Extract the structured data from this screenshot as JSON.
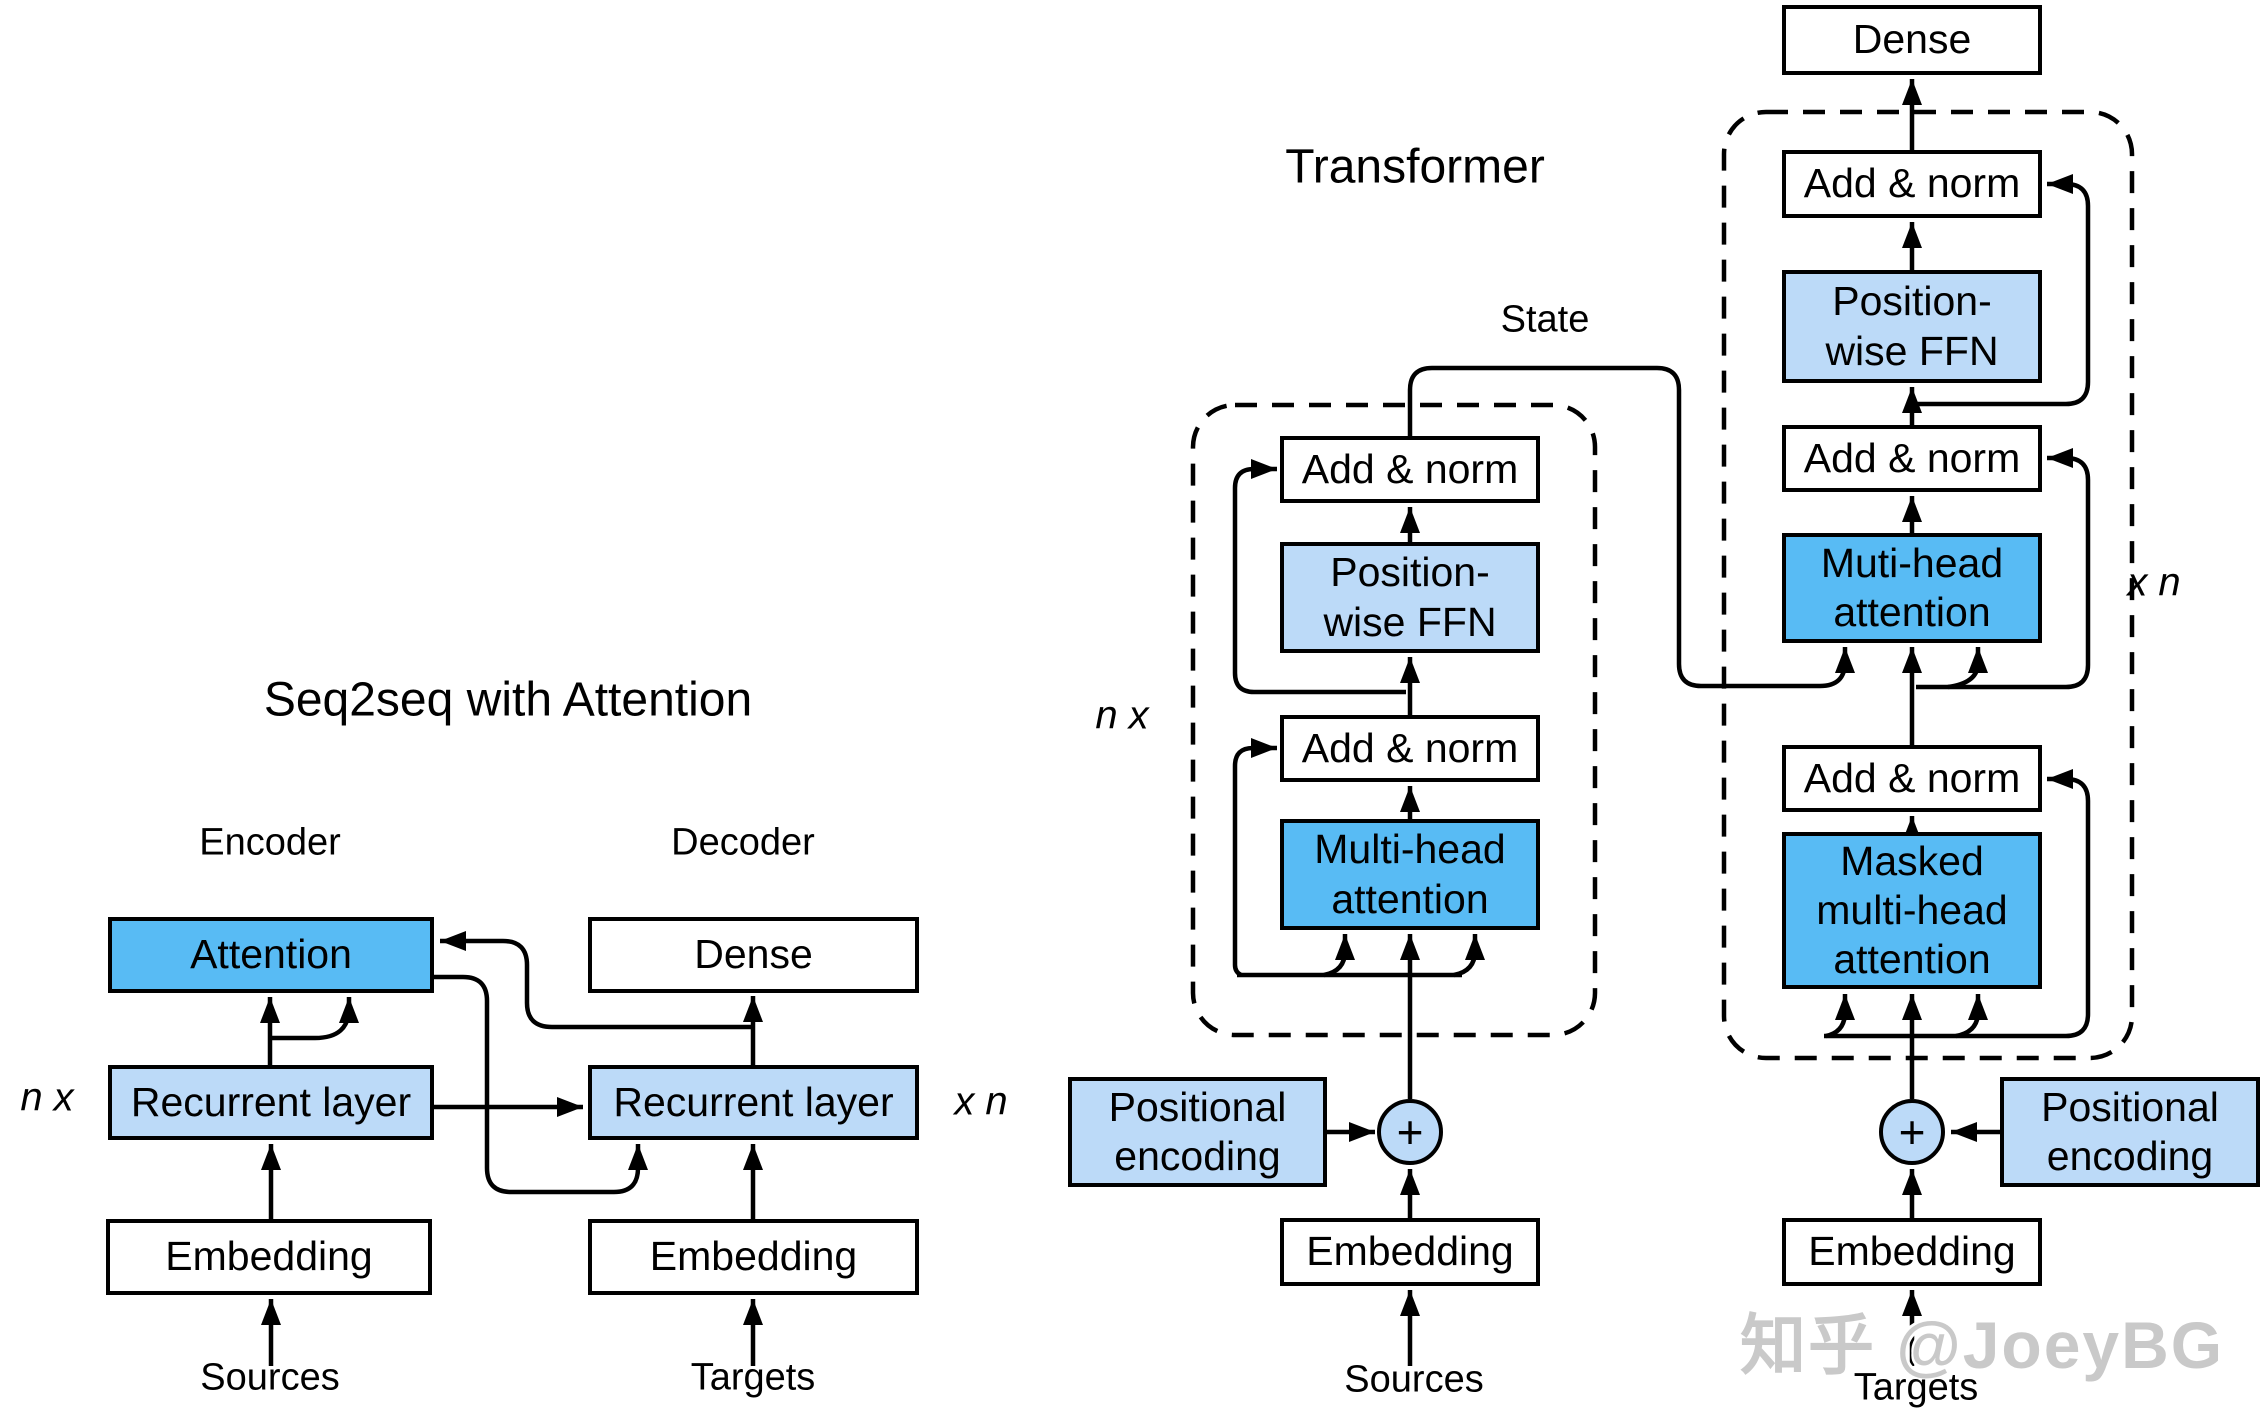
{
  "colors": {
    "box_dark_blue": "#58BBF4",
    "box_light_blue": "#BCDAF8",
    "box_white": "#FFFFFF",
    "line": "#000000",
    "watermark": "#C9C9C9"
  },
  "seq2seq": {
    "title": "Seq2seq with Attention",
    "encoder_heading": "Encoder",
    "decoder_heading": "Decoder",
    "attention": "Attention",
    "dense": "Dense",
    "recurrent_layer": "Recurrent layer",
    "embedding": "Embedding",
    "sources": "Sources",
    "targets": "Targets",
    "repeat_left": "n x",
    "repeat_right": "x n"
  },
  "transformer": {
    "title": "Transformer",
    "state": "State",
    "add_norm": "Add & norm",
    "position_wise_ffn": "Position-\nwise FFN",
    "multi_head_attention": "Multi-head\nattention",
    "muti_head_attention": "Muti-head\nattention",
    "masked_multi_head_attention": "Masked\nmulti-head\nattention",
    "positional_encoding": "Positional\nencoding",
    "dense": "Dense",
    "embedding": "Embedding",
    "sources": "Sources",
    "targets": "Targets",
    "plus": "+",
    "repeat_encoder": "n x",
    "repeat_decoder": "x n"
  },
  "watermark": "知乎 @JoeyBG"
}
